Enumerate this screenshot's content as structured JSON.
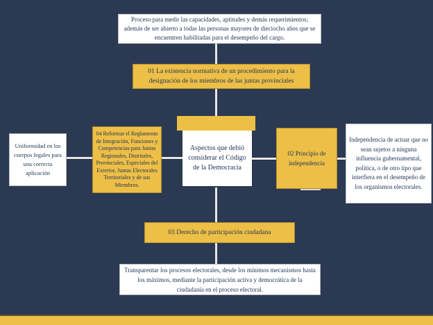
{
  "diagram": {
    "title": "Aspectos que debió considerar el Código de la Democracia",
    "colors": {
      "background_navy": "#2b3a52",
      "accent_yellow": "#edbf47",
      "box_white": "#ffffff",
      "text_navy": "#1f3354",
      "connector_gray": "#e6e6e6"
    },
    "nodes": {
      "item01": {
        "label": "01 La existencia normativa de un procedimiento para la designación de los miembros de las juntas provinciales"
      },
      "item02": {
        "label": "02 Principio de independencia"
      },
      "item03": {
        "label": "03 Derecho de participación ciudadana"
      },
      "item04": {
        "label": "04 Reformar el Reglamento de Integración, Funciones y Competencias para Juntas Regionales, Distritales, Provinciales, Especiales del Exterior, Juntas Electorales Territoriales y de sus Miembros."
      }
    },
    "descriptions": {
      "desc01": {
        "text": "Proceso para medir las capacidades, aptitudes y demás requerimientos; además de ser abierto a todas las personas mayores de dieciocho años que se encuentren habilitadas para el desempeño del cargo."
      },
      "desc02": {
        "text": "Independencia de actuar que no sean sujetos a ninguna influencia gubernamental, política, o de otro tipo que interfiera en el desempeño de los organismos electorales."
      },
      "desc03": {
        "text": "Transparentar los procesos electorales, desde los mínimos mecanismos hasta los máximos, mediante la participación activa y democrática de la ciudadanía en el proceso electoral."
      },
      "desc04": {
        "text": "Uniformidad en los cuerpos legales para una correcta aplicación"
      }
    }
  }
}
